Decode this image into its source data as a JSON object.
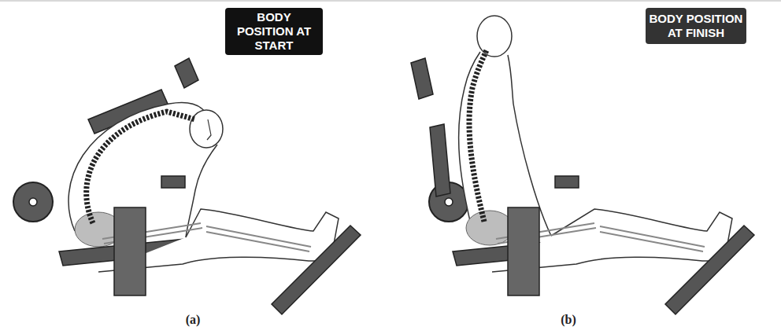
{
  "diagram": {
    "nodes": [
      {
        "text": [
          "BODY POSITION AT START"
        ]
      },
      {
        "text": [
          "BODY POSITION AT FINISH"
        ]
      }
    ],
    "labels": [
      "(a)",
      "(b)"
    ]
  }
}
